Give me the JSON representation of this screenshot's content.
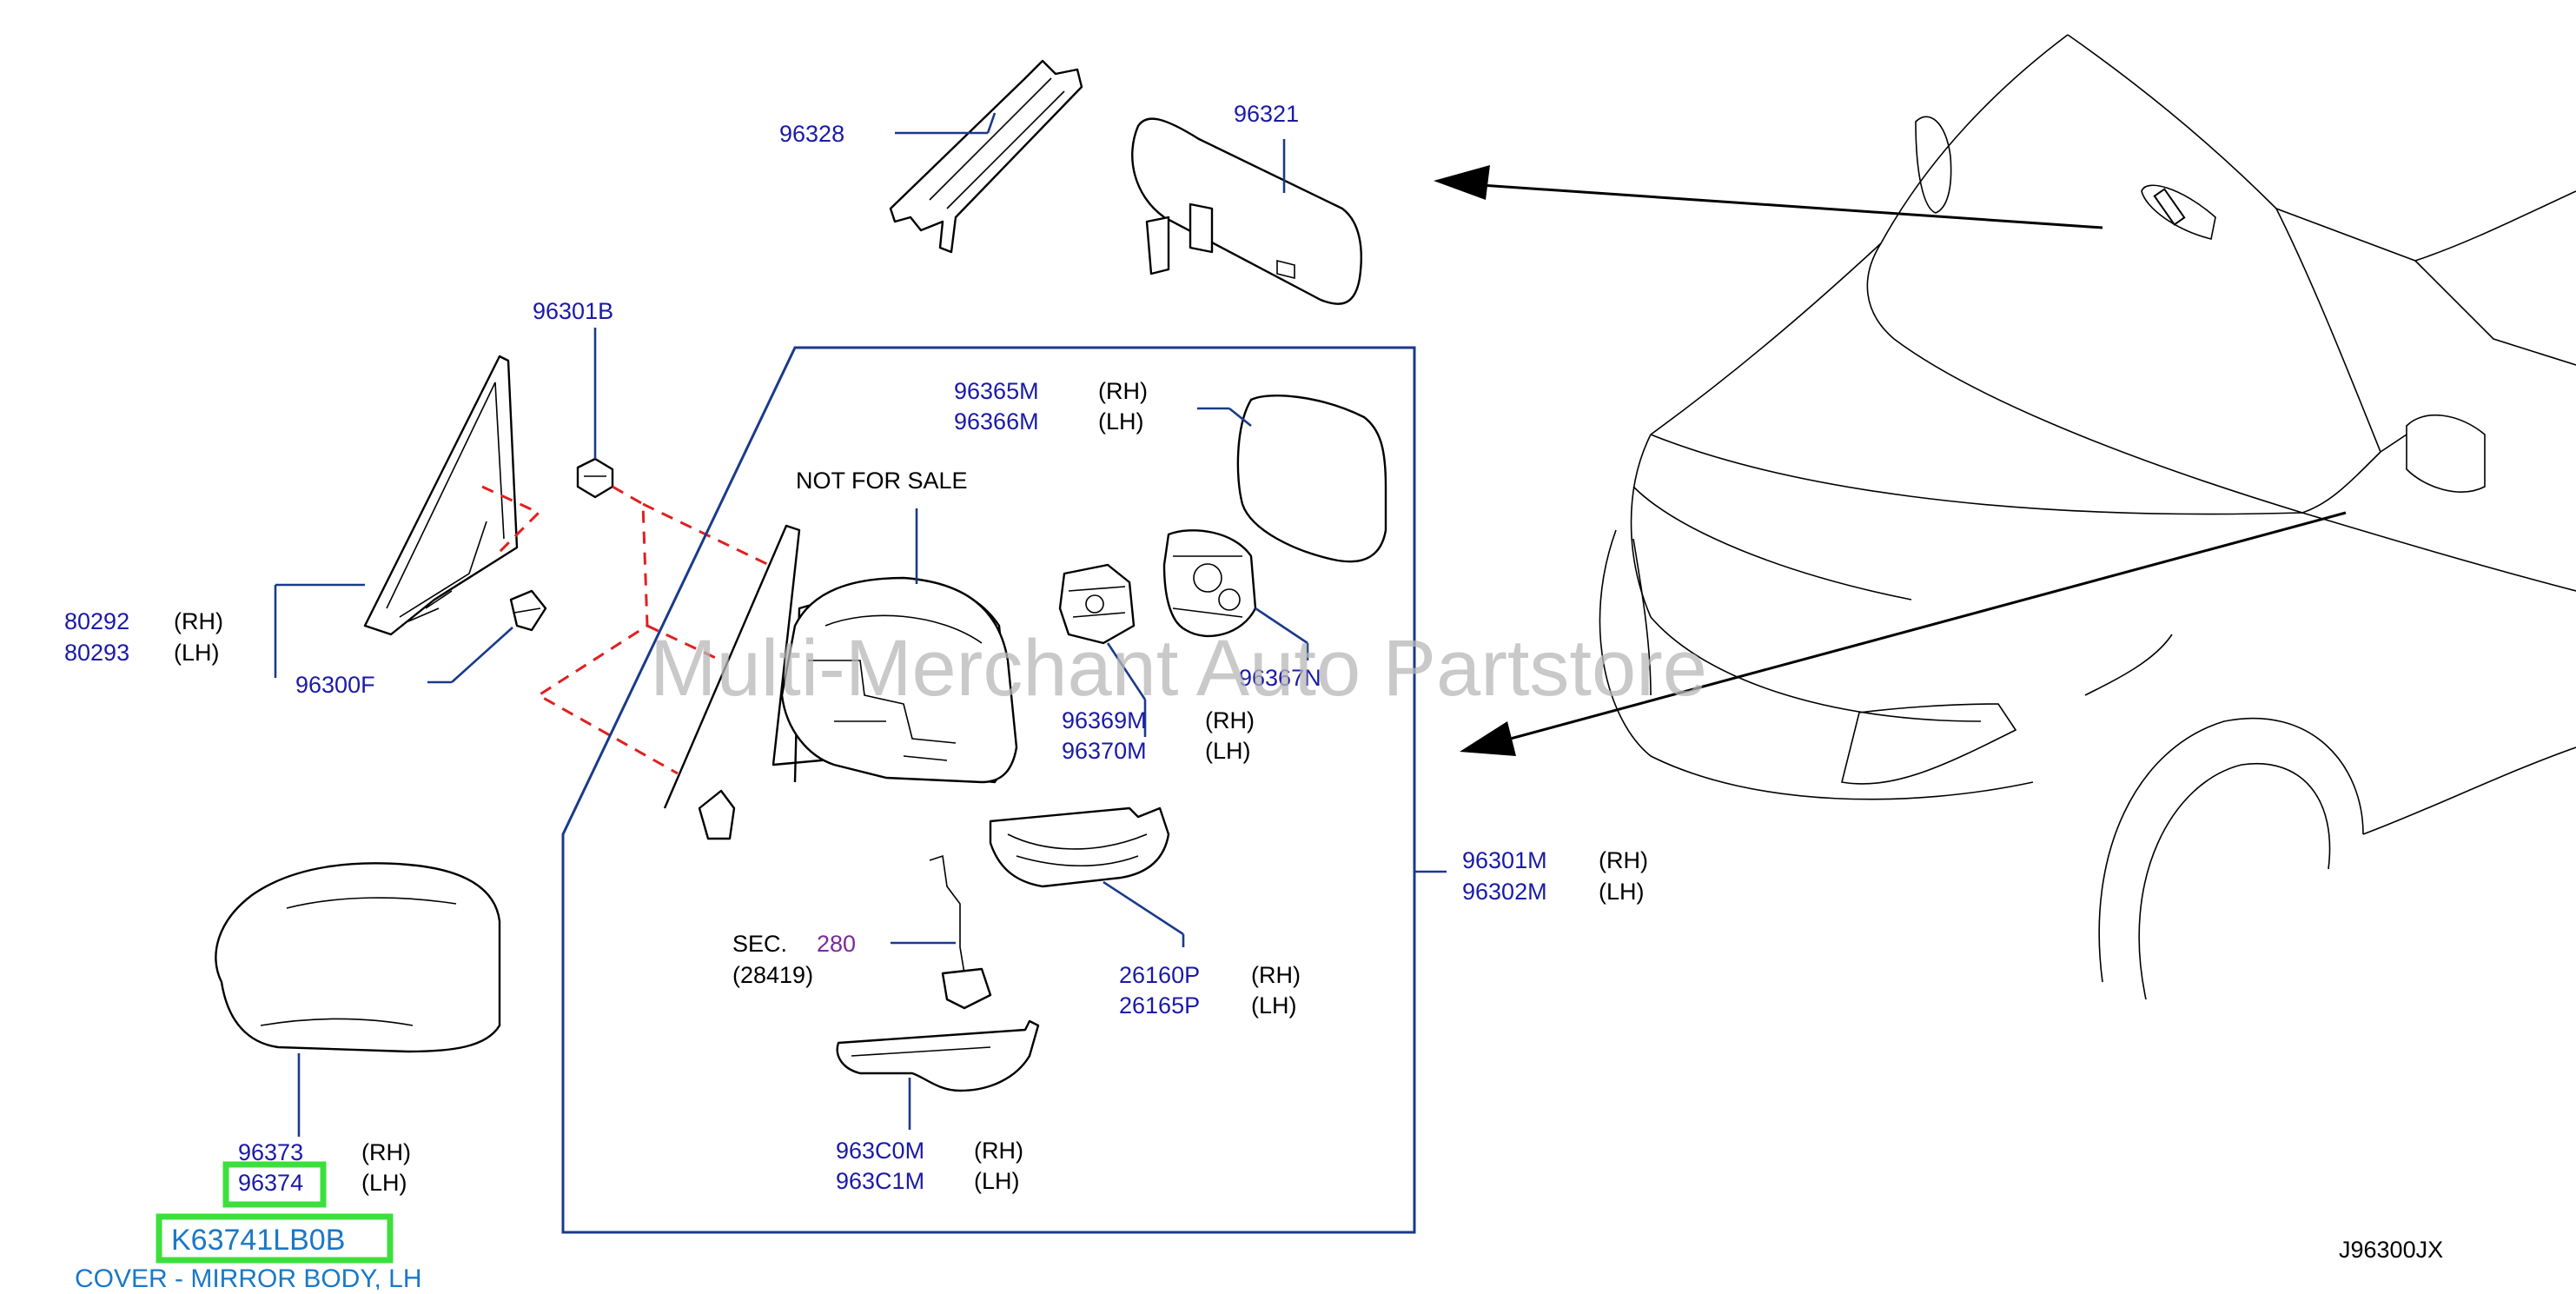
{
  "diagram": {
    "code": "J96300JX",
    "watermark": "Multi-Merchant Auto Partstore",
    "not_for_sale": "NOT   FOR   SALE",
    "parts": {
      "p96328": "96328",
      "p96321": "96321",
      "p96301B": "96301B",
      "p80292": "80292",
      "p80293": "80293",
      "p96300F": "96300F",
      "p96365M": "96365M",
      "p96366M": "96366M",
      "p96367N": "96367N",
      "p96369M": "96369M",
      "p96370M": "96370M",
      "p96301M": "96301M",
      "p96302M": "96302M",
      "p26160P": "26160P",
      "p26165P": "26165P",
      "p963C0M": "963C0M",
      "p963C1M": "963C1M",
      "p96373": "96373",
      "p96374": "96374"
    },
    "sides": {
      "rh": "(RH)",
      "lh": "(LH)"
    },
    "sec": {
      "label": "SEC.",
      "number": "280",
      "sub": "(28419)"
    },
    "highlight": {
      "part_number": "K63741LB0B",
      "description": "COVER - MIRROR BODY, LH"
    }
  }
}
